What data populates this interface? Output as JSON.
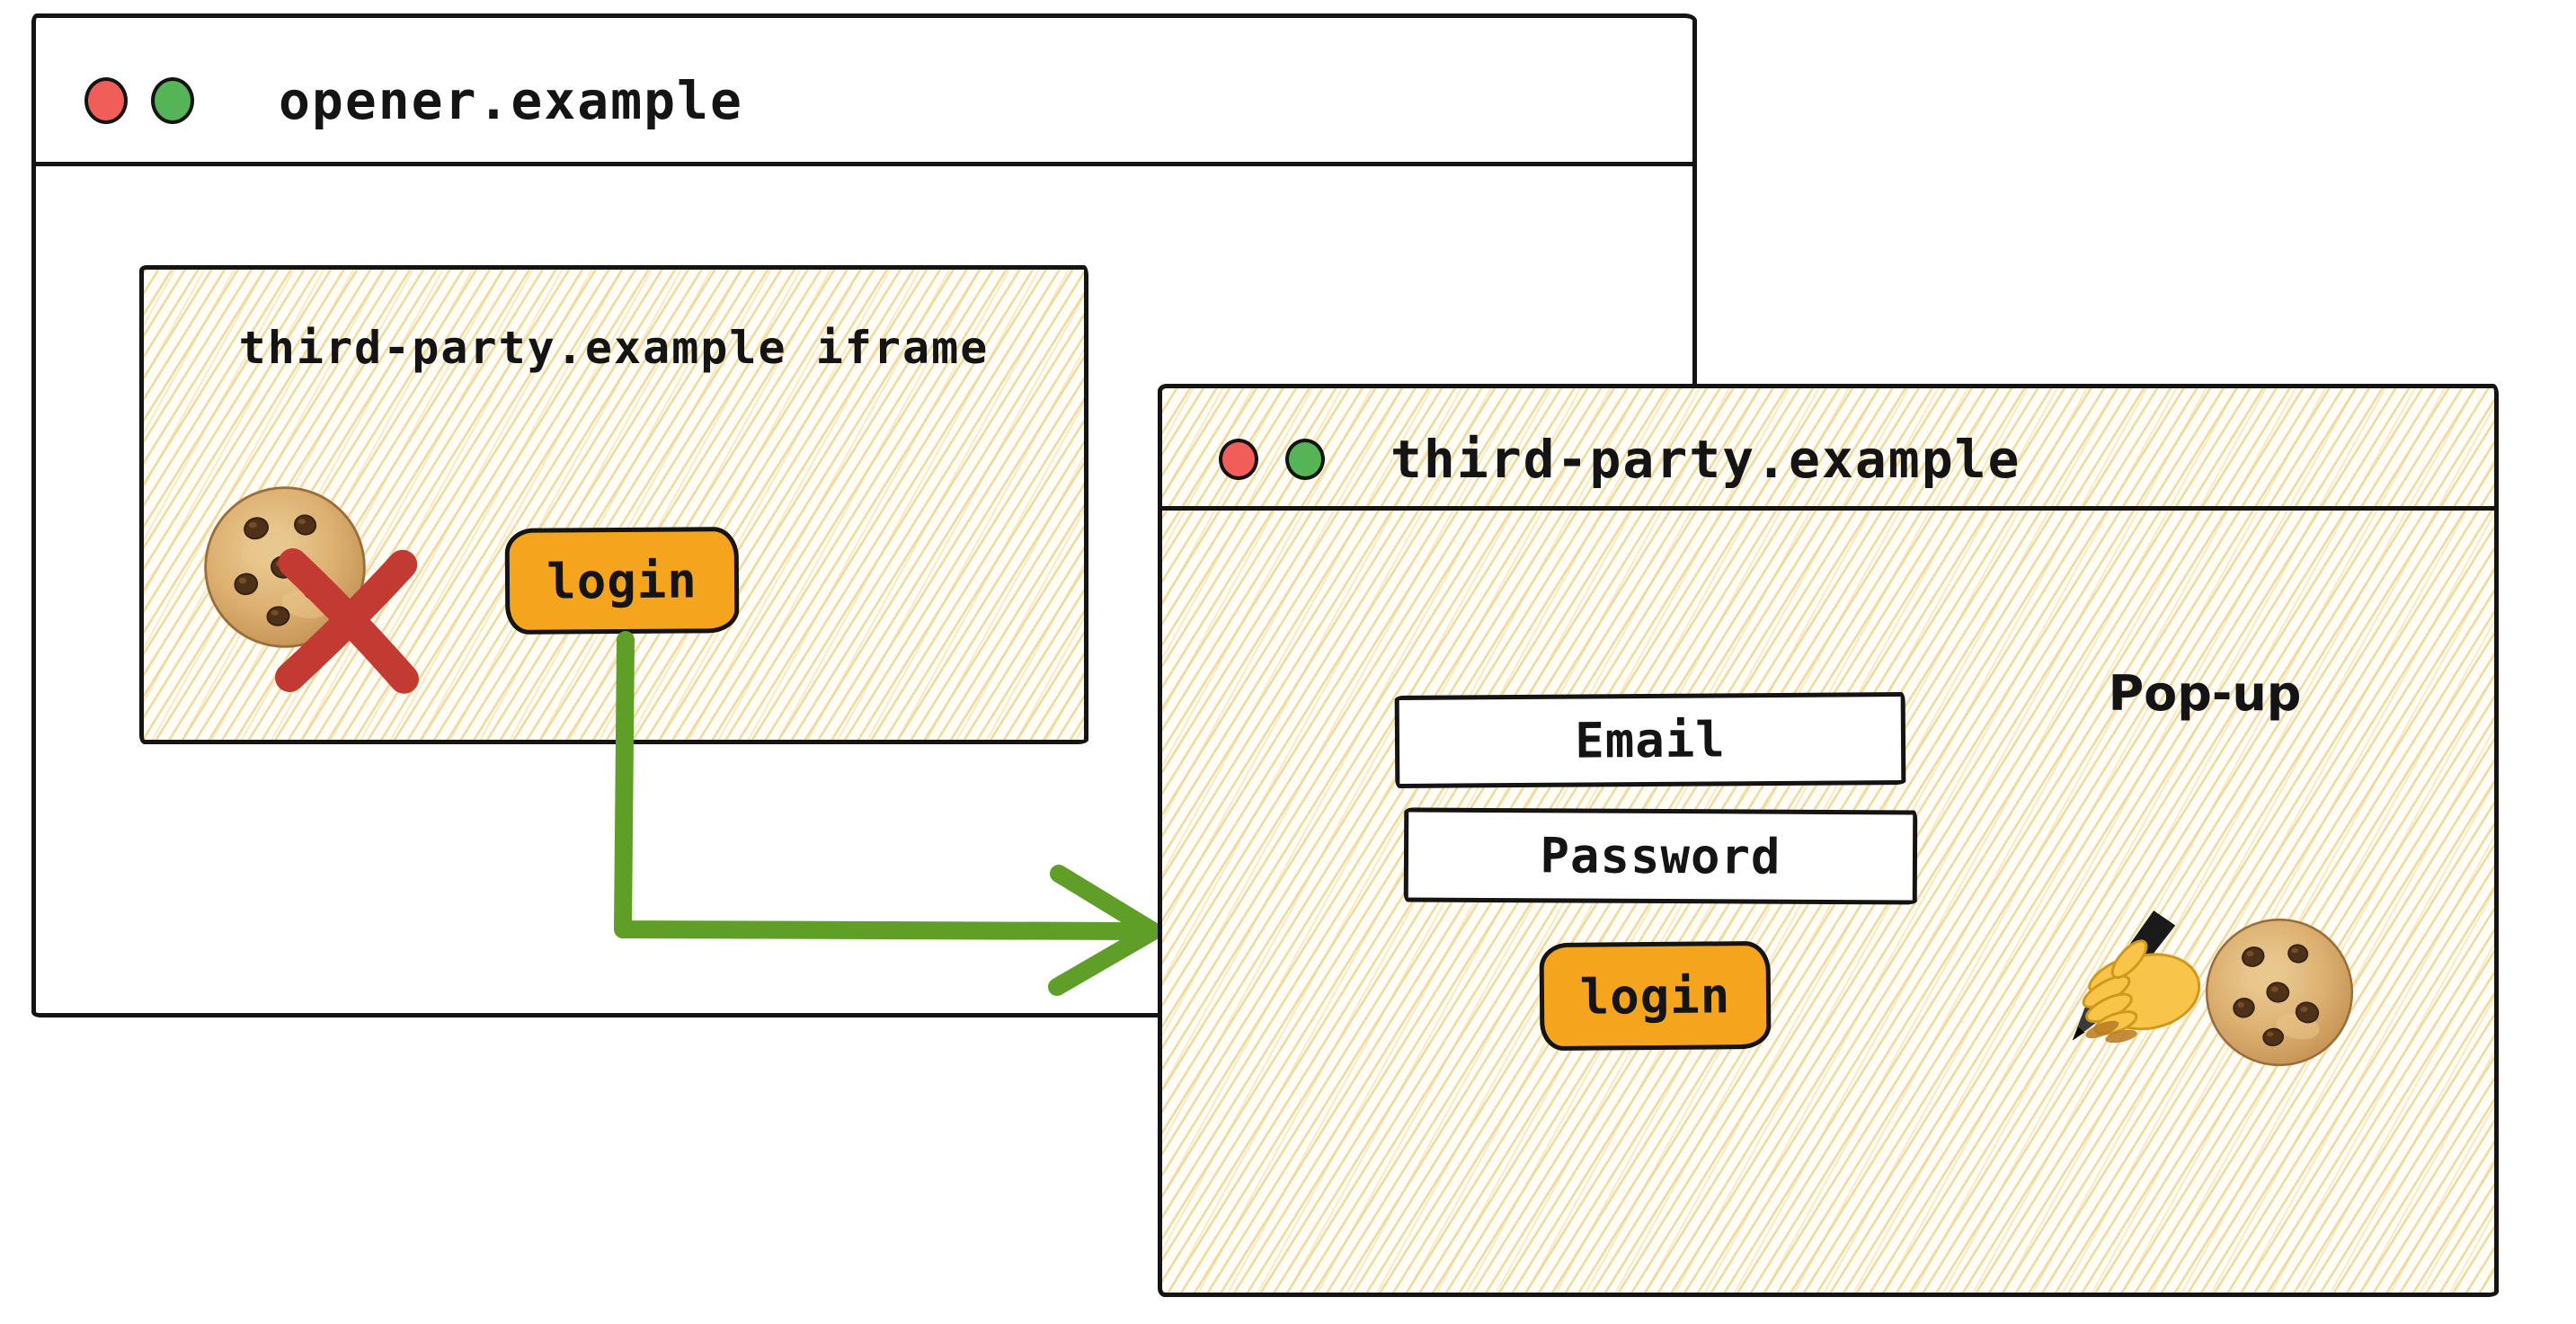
{
  "diagram": {
    "opener_window": {
      "title": "opener.example",
      "traffic_lights": [
        "red",
        "green"
      ],
      "iframe": {
        "label": "third-party.example iframe",
        "login_button": "login",
        "icon": "cookie-blocked"
      }
    },
    "popup_window": {
      "title": "third-party.example",
      "caption": "Pop-up",
      "traffic_lights": [
        "red",
        "green"
      ],
      "email_field": "Email",
      "password_field": "Password",
      "login_button": "login",
      "icons": [
        "writing-hand",
        "cookie"
      ]
    },
    "colors": {
      "button_orange": "#f5a51d",
      "arrow_green": "#5f9e27",
      "blocked_cross_red": "#c23a31",
      "traffic_light_red": "#f15e59",
      "traffic_light_green": "#55b456",
      "hatch_gold": "#eed492",
      "ink": "#141414"
    }
  }
}
